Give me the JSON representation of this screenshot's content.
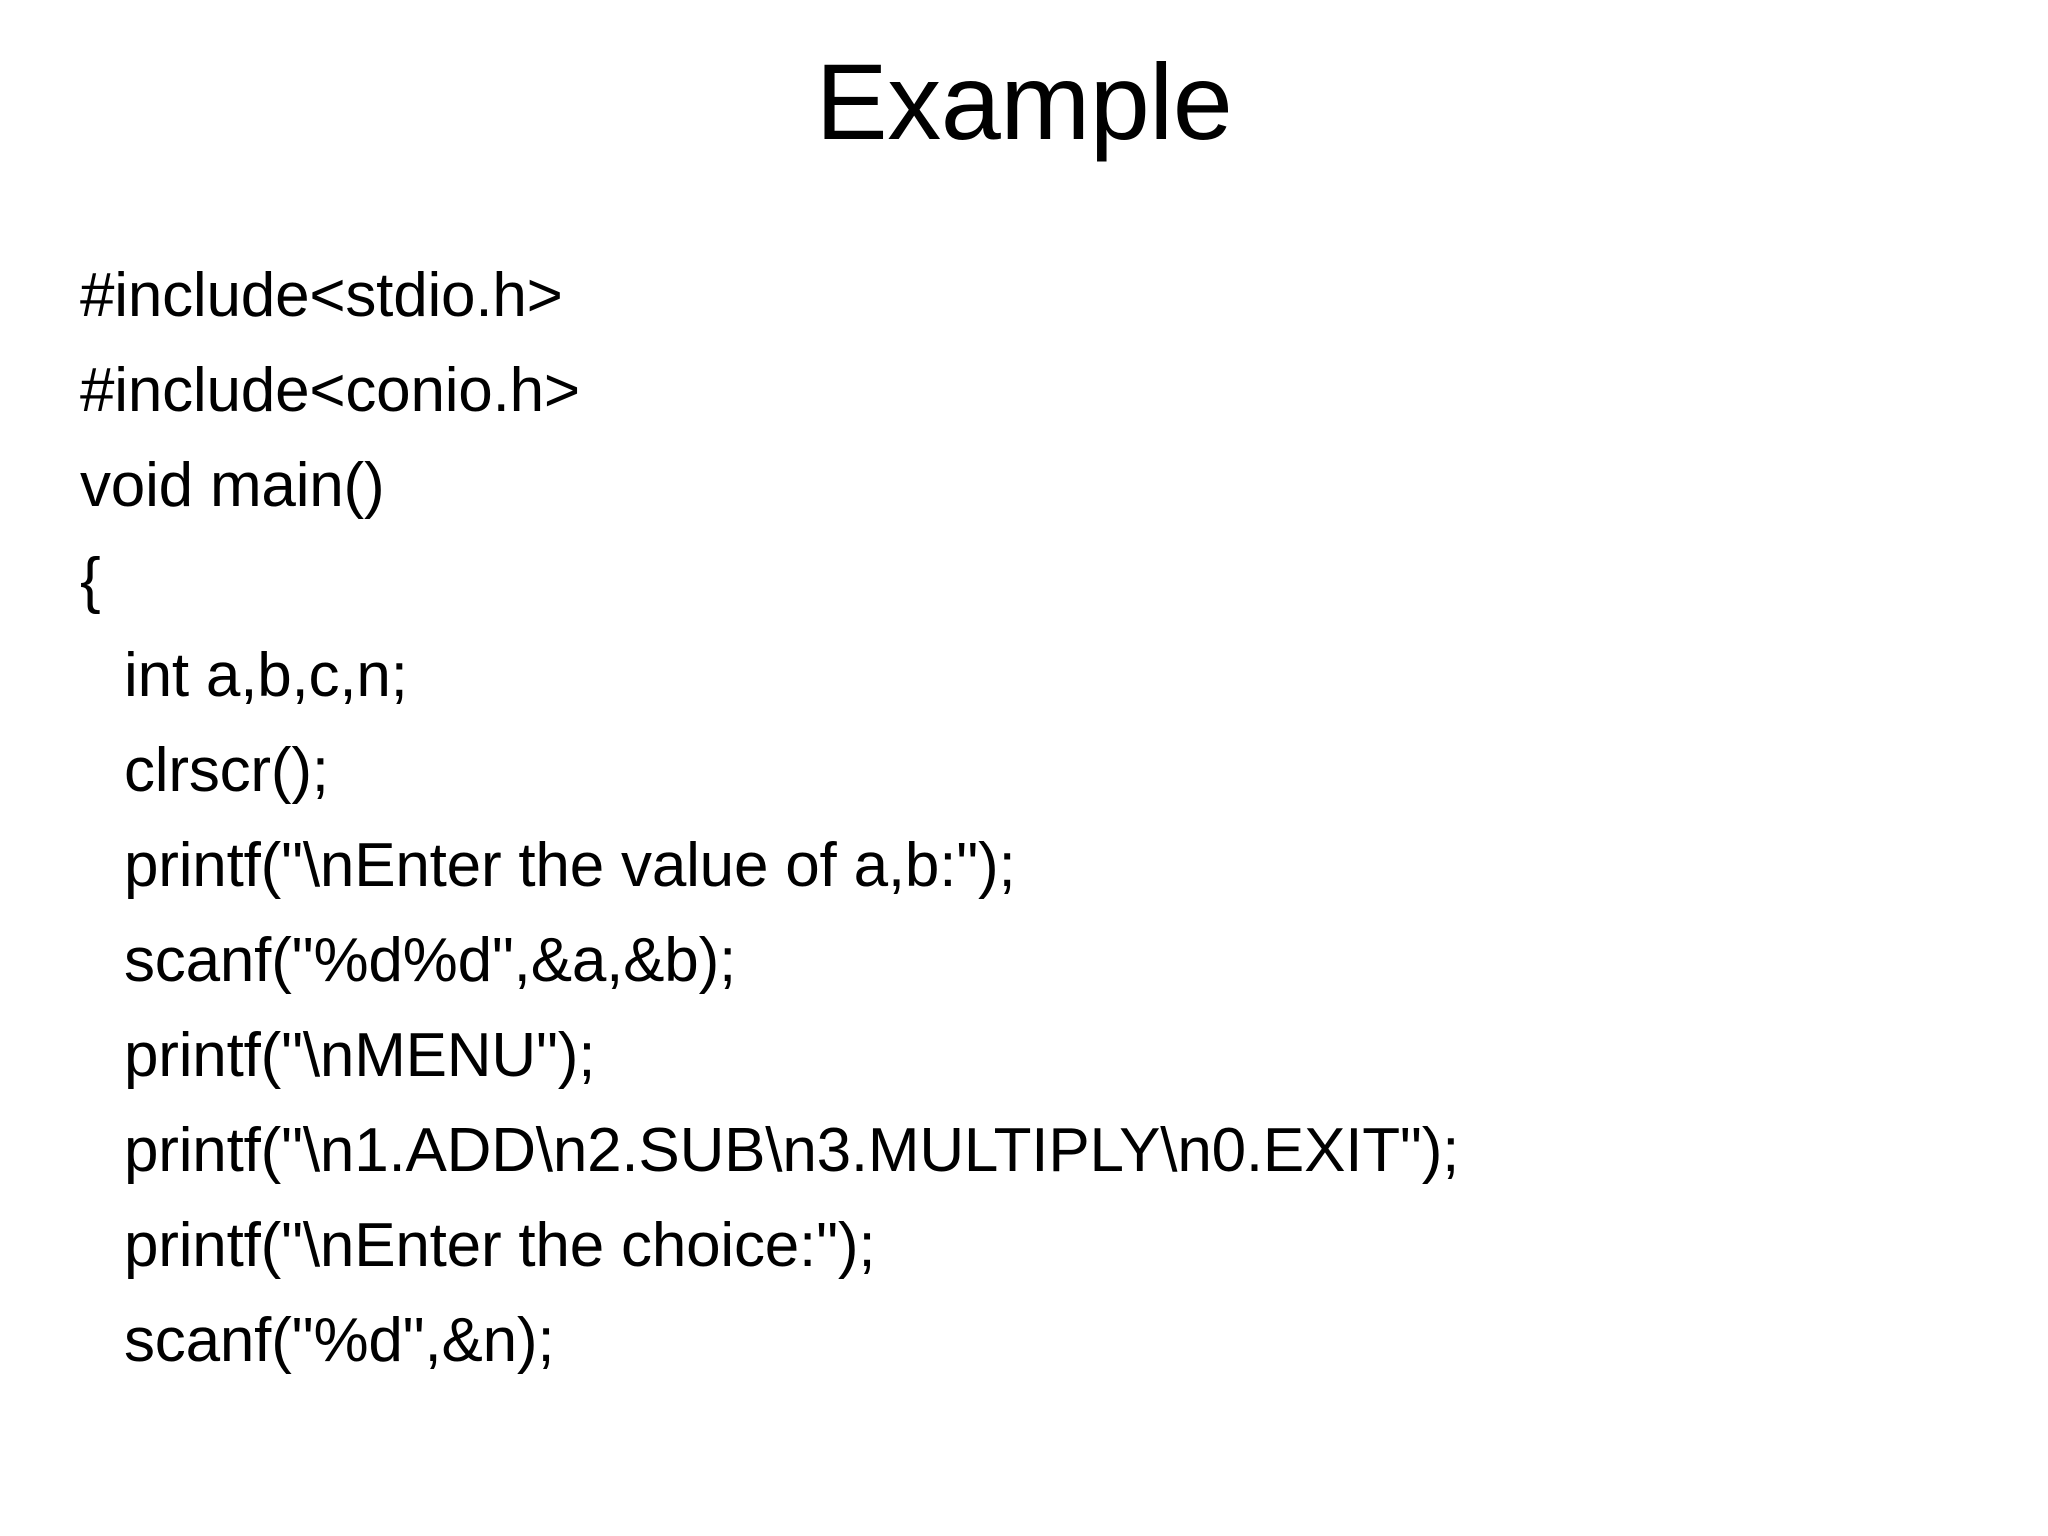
{
  "slide": {
    "title": "Example",
    "background_color": "#ffffff",
    "text_color": "#000000",
    "code_lines": [
      {
        "text": "#include<stdio.h>",
        "indent": 0
      },
      {
        "text": "#include<conio.h>",
        "indent": 0
      },
      {
        "text": "void main()",
        "indent": 0
      },
      {
        "text": "{",
        "indent": 0
      },
      {
        "text": "int a,b,c,n;",
        "indent": 1
      },
      {
        "text": "clrscr();",
        "indent": 1
      },
      {
        "text": "printf(\"\\nEnter the value of a,b:\");",
        "indent": 1
      },
      {
        "text": "scanf(\"%d%d\",&a,&b);",
        "indent": 1
      },
      {
        "text": "printf(\"\\nMENU\");",
        "indent": 1
      },
      {
        "text": "printf(\"\\n1.ADD\\n2.SUB\\n3.MULTIPLY\\n0.EXIT\");",
        "indent": 1
      },
      {
        "text": "printf(\"\\nEnter the choice:\");",
        "indent": 1
      },
      {
        "text": "scanf(\"%d\",&n);",
        "indent": 1
      }
    ]
  }
}
